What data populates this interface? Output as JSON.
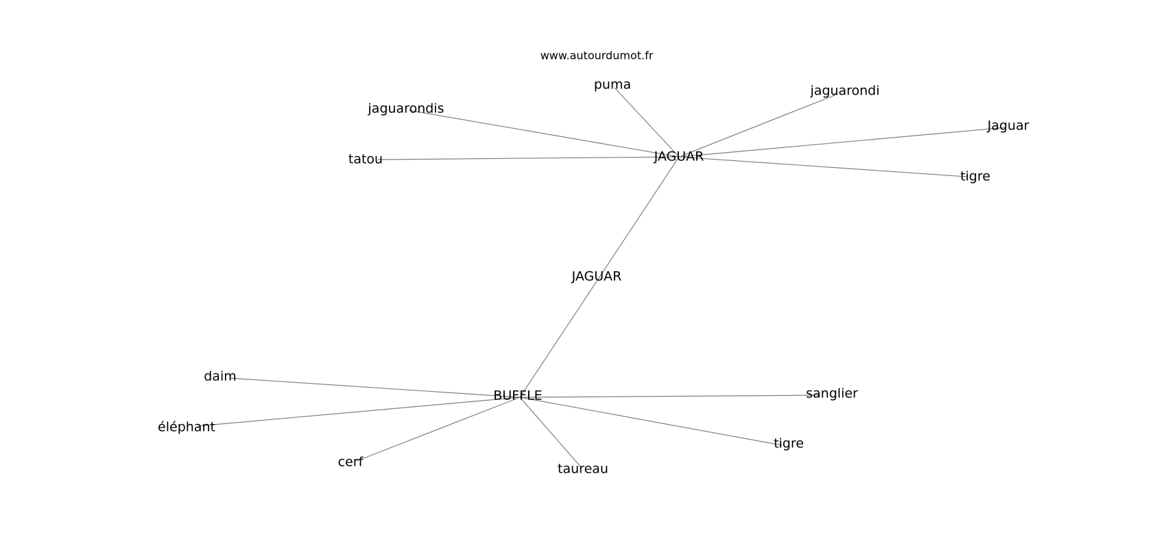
{
  "watermark": "www.autourdumot.fr",
  "center_label": "JAGUAR",
  "graph": {
    "hubs": [
      {
        "id": "hub-jaguar",
        "label": "JAGUAR"
      },
      {
        "id": "hub-buffle",
        "label": "BUFFLE"
      }
    ],
    "leaves": [
      {
        "id": "puma",
        "label": "puma",
        "hub": "hub-jaguar"
      },
      {
        "id": "jaguarondi",
        "label": "jaguarondi",
        "hub": "hub-jaguar"
      },
      {
        "id": "jaguarondis",
        "label": "jaguarondis",
        "hub": "hub-jaguar"
      },
      {
        "id": "jaguar-lower",
        "label": "Jaguar",
        "hub": "hub-jaguar"
      },
      {
        "id": "tatou",
        "label": "tatou",
        "hub": "hub-jaguar"
      },
      {
        "id": "tigre-jaguar",
        "label": "tigre",
        "hub": "hub-jaguar"
      },
      {
        "id": "daim",
        "label": "daim",
        "hub": "hub-buffle"
      },
      {
        "id": "sanglier",
        "label": "sanglier",
        "hub": "hub-buffle"
      },
      {
        "id": "elephant",
        "label": "éléphant",
        "hub": "hub-buffle"
      },
      {
        "id": "tigre-buffle",
        "label": "tigre",
        "hub": "hub-buffle"
      },
      {
        "id": "cerf",
        "label": "cerf",
        "hub": "hub-buffle"
      },
      {
        "id": "taureau",
        "label": "taureau",
        "hub": "hub-buffle"
      }
    ],
    "hub_edges": [
      {
        "from": "hub-jaguar",
        "to": "hub-buffle"
      }
    ]
  }
}
